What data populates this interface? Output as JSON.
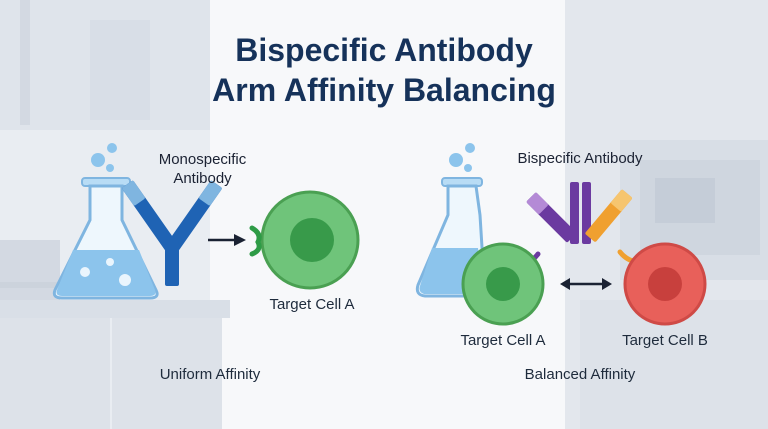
{
  "title_line1": "Bispecific Antibody",
  "title_line2": "Arm Affinity Balancing",
  "left_panel": {
    "antibody_line1": "Monospecific",
    "antibody_line2": "Antibody",
    "target_label": "Target Cell A",
    "caption": "Uniform Affinity"
  },
  "right_panel": {
    "antibody_label": "Bispecific Antibody",
    "target_a_label": "Target Cell A",
    "target_b_label": "Target Cell B",
    "caption": "Balanced Affinity"
  },
  "colors": {
    "title": "#16325a",
    "antibody_blue": "#1f63b4",
    "antibody_purple": "#6b3aa0",
    "antibody_orange": "#f0a030",
    "cell_green": "#6fc47a",
    "cell_red": "#e8605a",
    "flask_blue": "#8cc4ec"
  }
}
